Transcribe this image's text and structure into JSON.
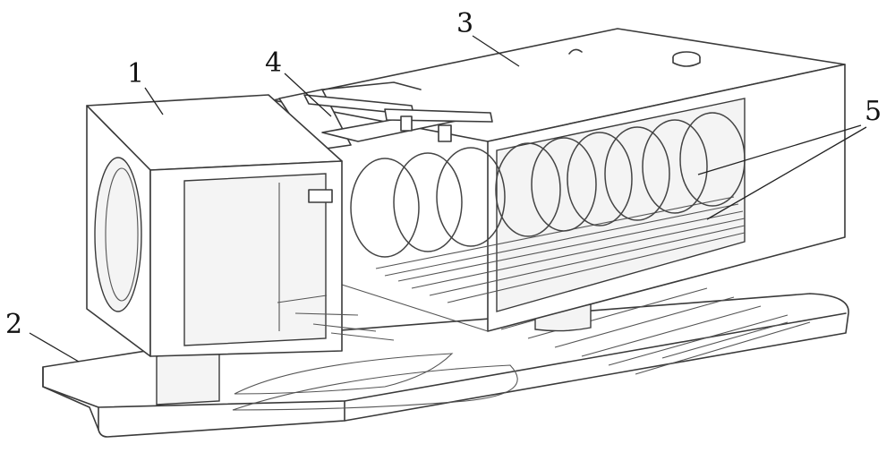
{
  "labels": {
    "part1": "1",
    "part2": "2",
    "part3": "3",
    "part4": "4",
    "part5": "5"
  },
  "colors": {
    "line": "#3a3a3a",
    "background": "#ffffff",
    "text": "#111111"
  }
}
